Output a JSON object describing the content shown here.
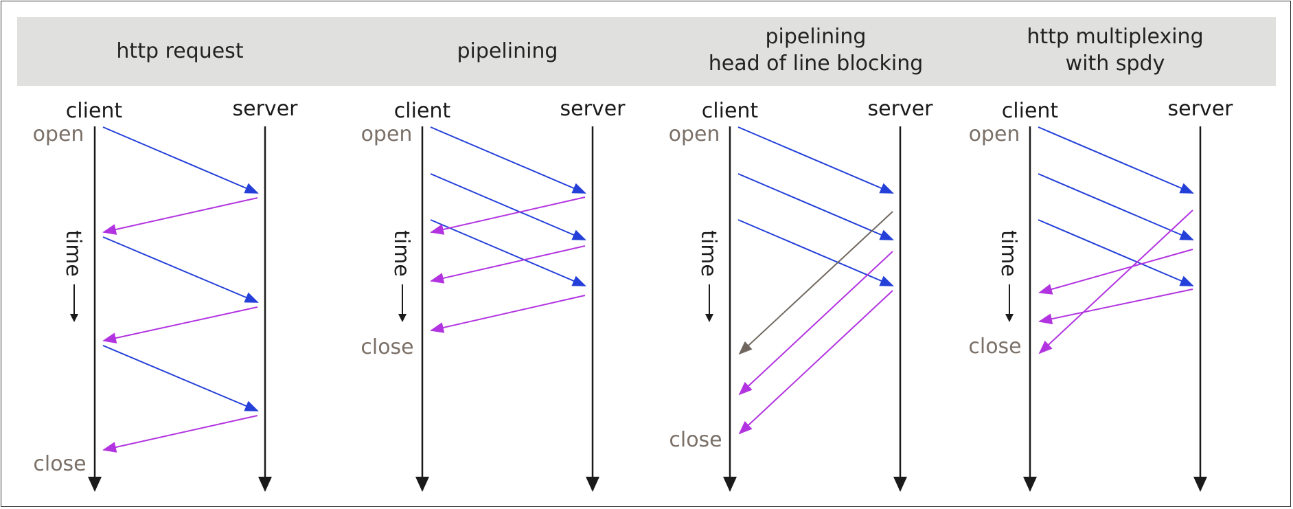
{
  "colors": {
    "header_bg": "#e0e0df",
    "lifeline": "#1a1a1a",
    "request": "#2440d8",
    "response": "#b233e0",
    "blocked": "#6f675f",
    "state_text": "#7a7068"
  },
  "panels": [
    {
      "title_lines": [
        "http request"
      ],
      "client_label": "client",
      "server_label": "server",
      "open_label": "open",
      "close_label": "close",
      "time_label": "time"
    },
    {
      "title_lines": [
        "pipelining"
      ],
      "client_label": "client",
      "server_label": "server",
      "open_label": "open",
      "close_label": "close",
      "time_label": "time"
    },
    {
      "title_lines": [
        "pipelining",
        "head of line blocking"
      ],
      "client_label": "client",
      "server_label": "server",
      "open_label": "open",
      "close_label": "close",
      "time_label": "time"
    },
    {
      "title_lines": [
        "http multiplexing",
        "with spdy"
      ],
      "client_label": "client",
      "server_label": "server",
      "open_label": "open",
      "close_label": "close",
      "time_label": "time"
    }
  ]
}
